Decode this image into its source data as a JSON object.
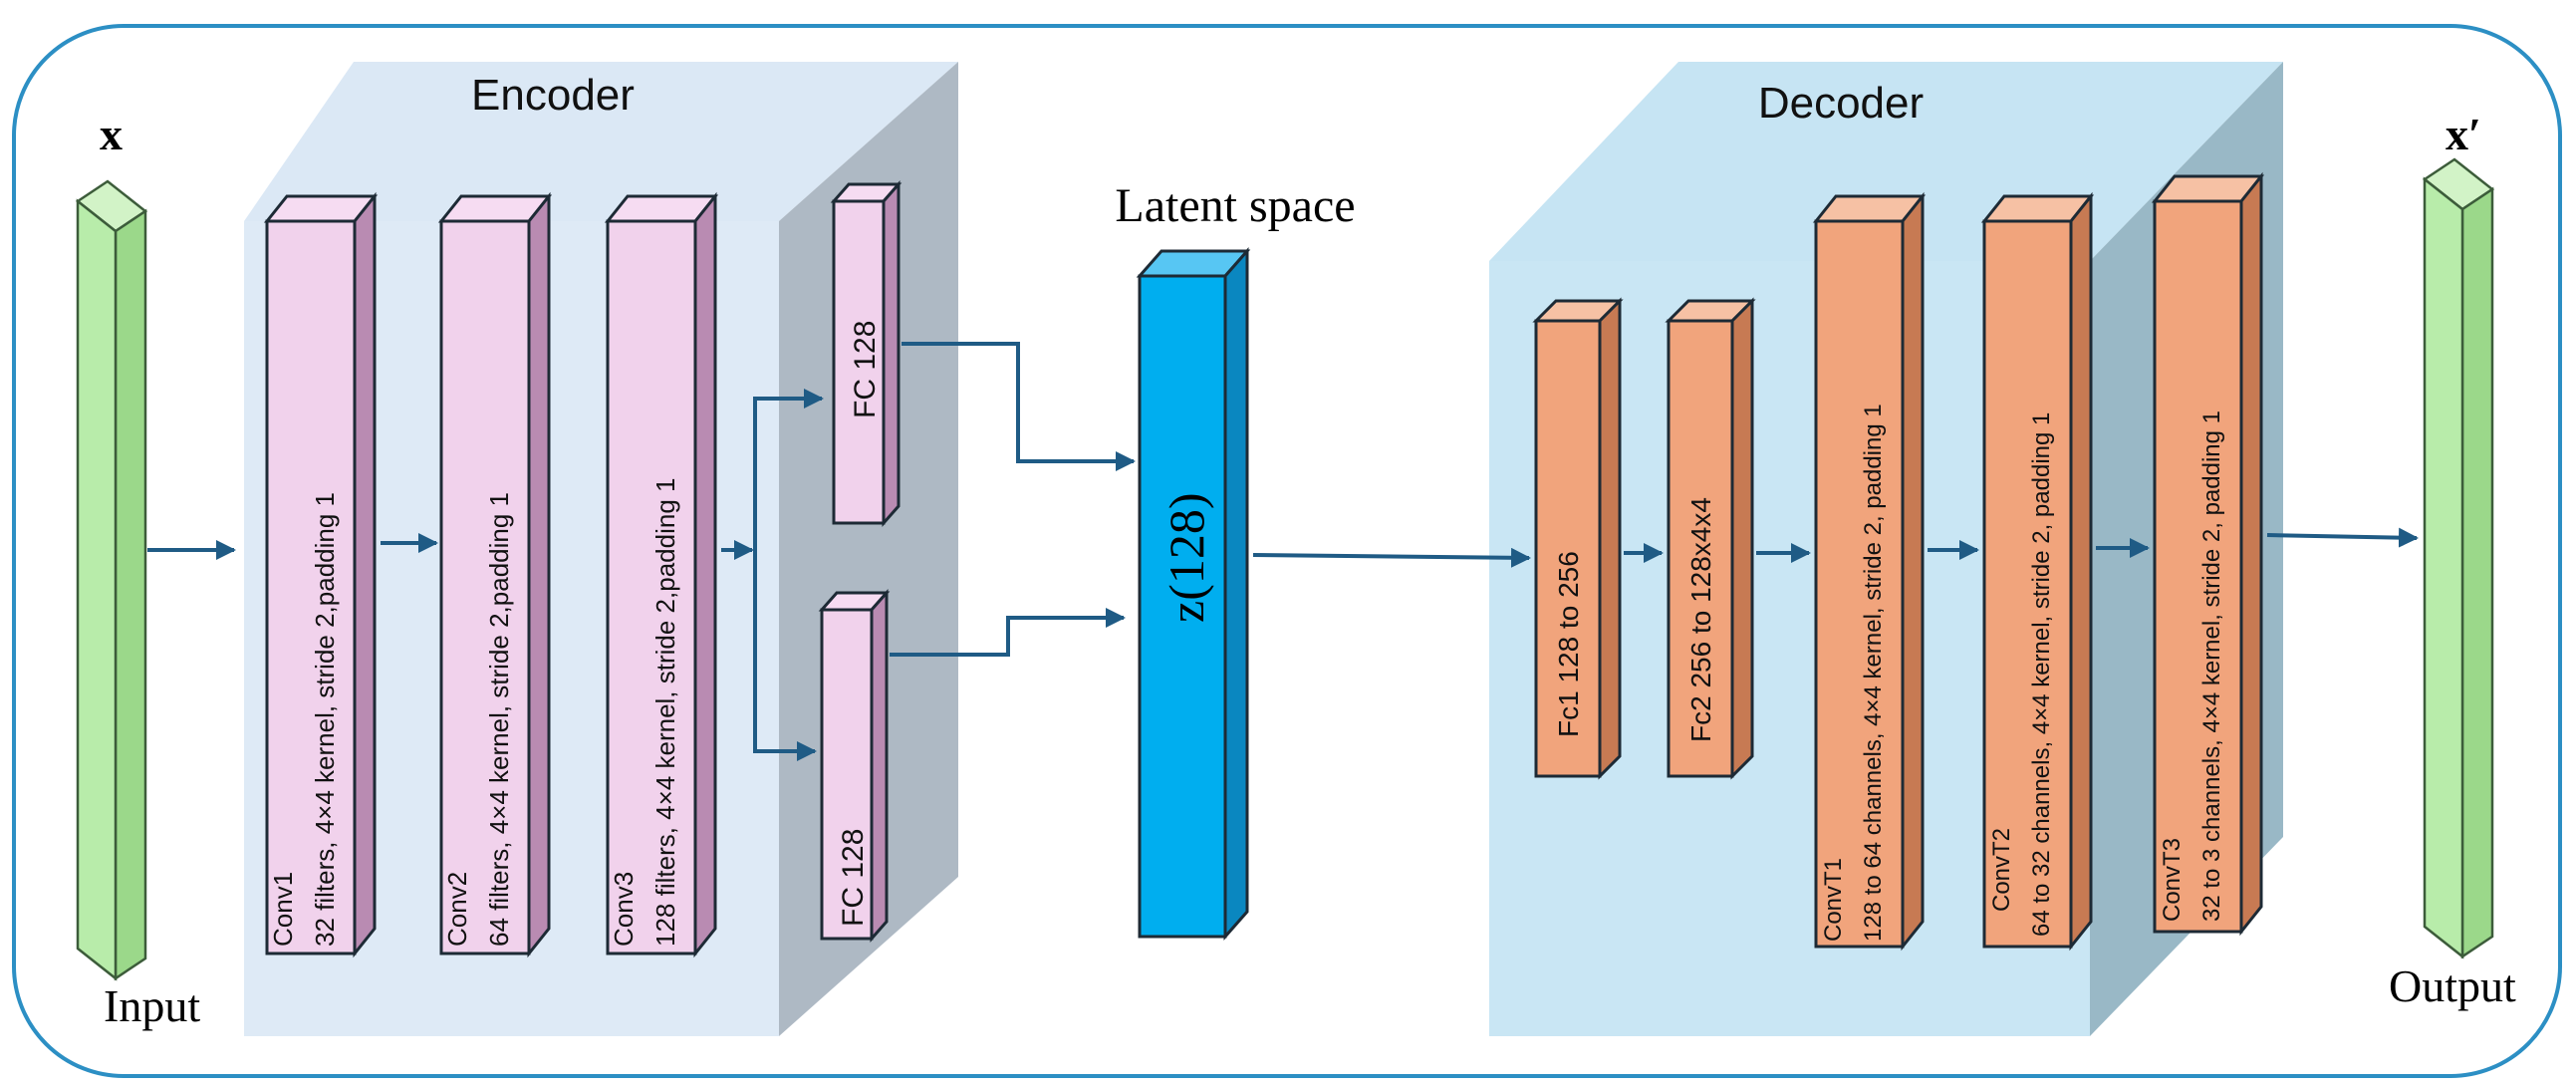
{
  "encoder": {
    "title": "Encoder",
    "layers": [
      {
        "name": "Conv1",
        "desc": "32 filters, 4×4 kernel, stride 2,padding 1"
      },
      {
        "name": "Conv2",
        "desc": "64 filters, 4×4 kernel, stride 2,padding 1"
      },
      {
        "name": "Conv3",
        "desc": "128 filters, 4×4 kernel, stride 2,padding 1"
      }
    ],
    "fc_top": "FC 128",
    "fc_bottom": "FC 128"
  },
  "latent": {
    "title": "Latent space",
    "label": "z(128)"
  },
  "decoder": {
    "title": "Decoder",
    "fc_layers": [
      "Fc1 128 to 256",
      "Fc2 256 to 128x4x4"
    ],
    "layers": [
      {
        "name": "ConvT1",
        "desc": "128 to 64 channels, 4×4 kernel, stride 2, padding 1"
      },
      {
        "name": "ConvT2",
        "desc": "64 to 32 channels, 4×4 kernel, stride 2, padding 1"
      },
      {
        "name": "ConvT3",
        "desc": "32 to 3 channels, 4×4 kernel, stride 2, padding 1"
      }
    ]
  },
  "input": {
    "symbol": "x",
    "label": "Input"
  },
  "output": {
    "symbol": "x′",
    "label": "Output"
  },
  "colors": {
    "frame": "#2c8fc4",
    "encoder_box": "#dbe8f5",
    "decoder_box": "#c6e4f3",
    "conv_pink": "#f1d2ec",
    "decoder_orange": "#f1a47c",
    "latent_blue": "#00aeef",
    "io_green": "#b8ecaa",
    "arrow": "#1f5b85"
  }
}
